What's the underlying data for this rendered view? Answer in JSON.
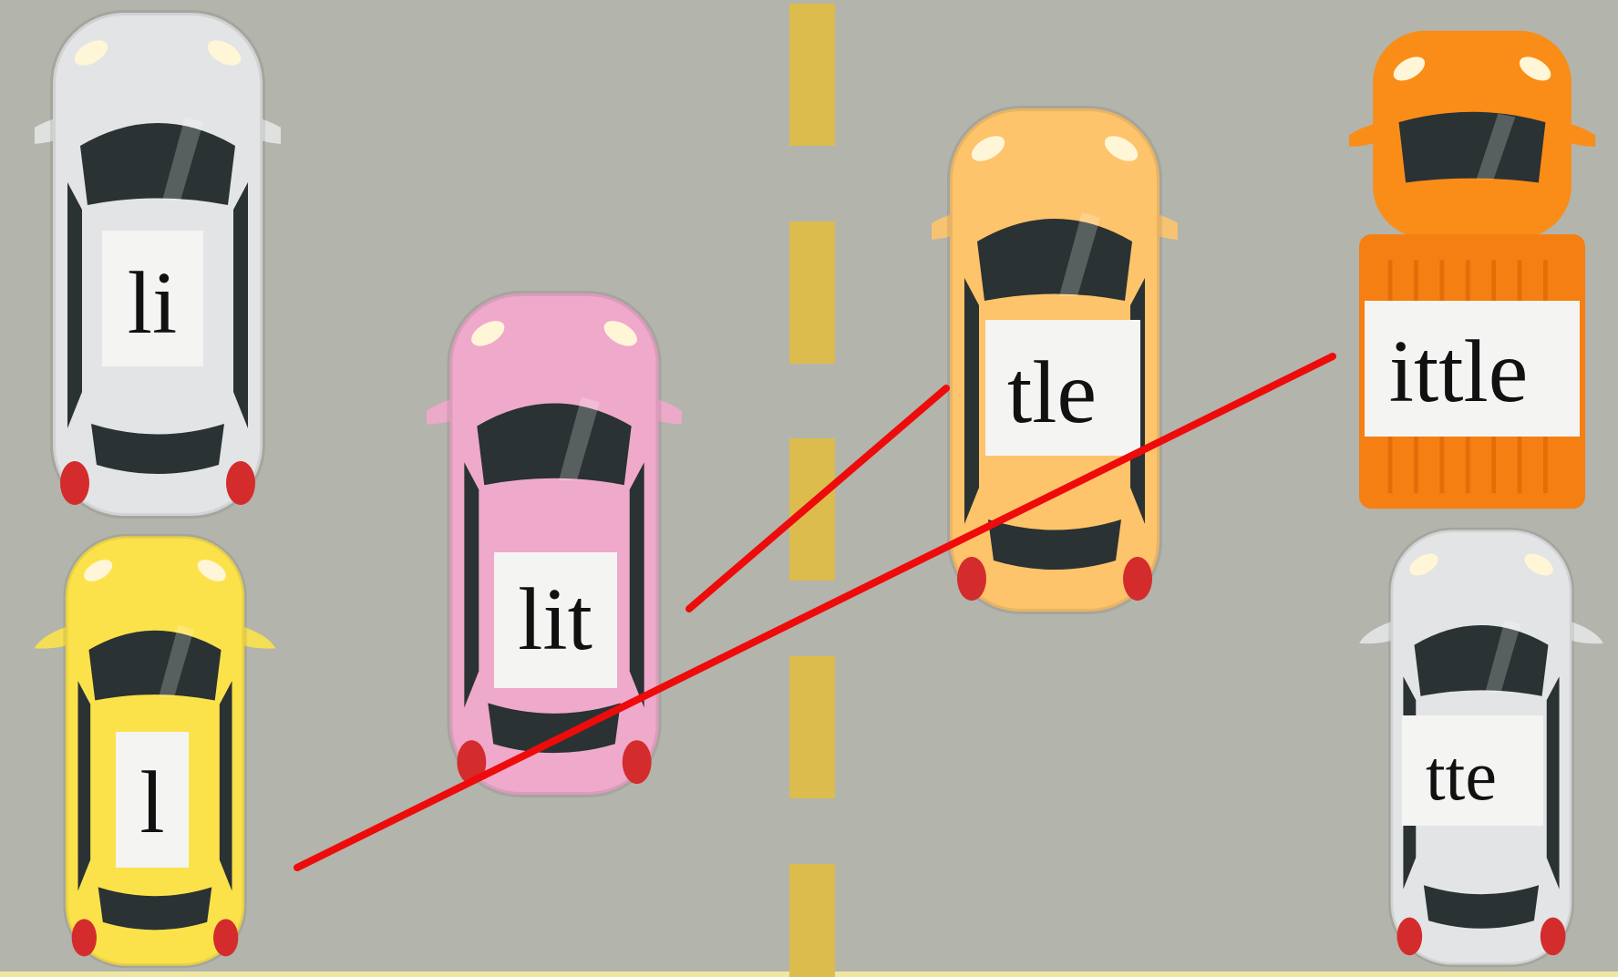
{
  "scene": {
    "road_color": "#b3b4ab",
    "lane_marking_color": "#dcbc4c",
    "connector_color": "#ee0b0b"
  },
  "cars": [
    {
      "id": "white-left",
      "label": "li",
      "color": "#e3e4e6"
    },
    {
      "id": "yellow-left",
      "label": "l",
      "color": "#fbe24b"
    },
    {
      "id": "pink-center",
      "label": "lit",
      "color": "#efa9cb"
    },
    {
      "id": "orange-center",
      "label": "tle",
      "color": "#fdc46b"
    },
    {
      "id": "orange-truck-right",
      "label": "ittle",
      "color": "#f98d18"
    },
    {
      "id": "white-right",
      "label": "tte",
      "color": "#e3e4e6"
    }
  ]
}
